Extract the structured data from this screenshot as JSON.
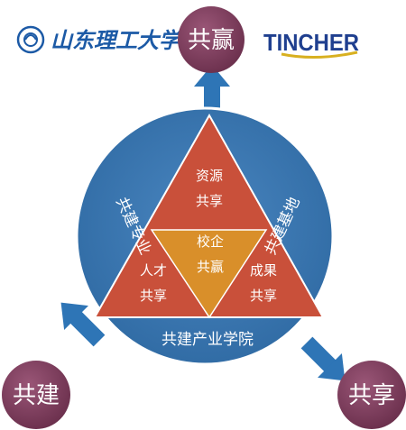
{
  "logos": {
    "university_name": "山东理工大学",
    "company_name": "TINCHER"
  },
  "outcomes": {
    "top": "共赢",
    "bottom_left": "共建",
    "bottom_right": "共享"
  },
  "triangle": {
    "top": [
      "资源",
      "共享"
    ],
    "center": [
      "校企",
      "共赢"
    ],
    "left": [
      "人才",
      "共享"
    ],
    "right": [
      "成果",
      "共享"
    ]
  },
  "ring": {
    "left": "共建专业",
    "right": "共建基地",
    "bottom": "共建产业学院"
  },
  "colors": {
    "bubble": "#7a3b5a",
    "arrow": "#2e75b6",
    "circle": "#3e78b0",
    "triangle_red": "#c9503a",
    "triangle_gold": "#d98f2a",
    "company_blue": "#1f3f8f",
    "company_gold": "#d8b020",
    "university_blue": "#1c5aa6"
  }
}
